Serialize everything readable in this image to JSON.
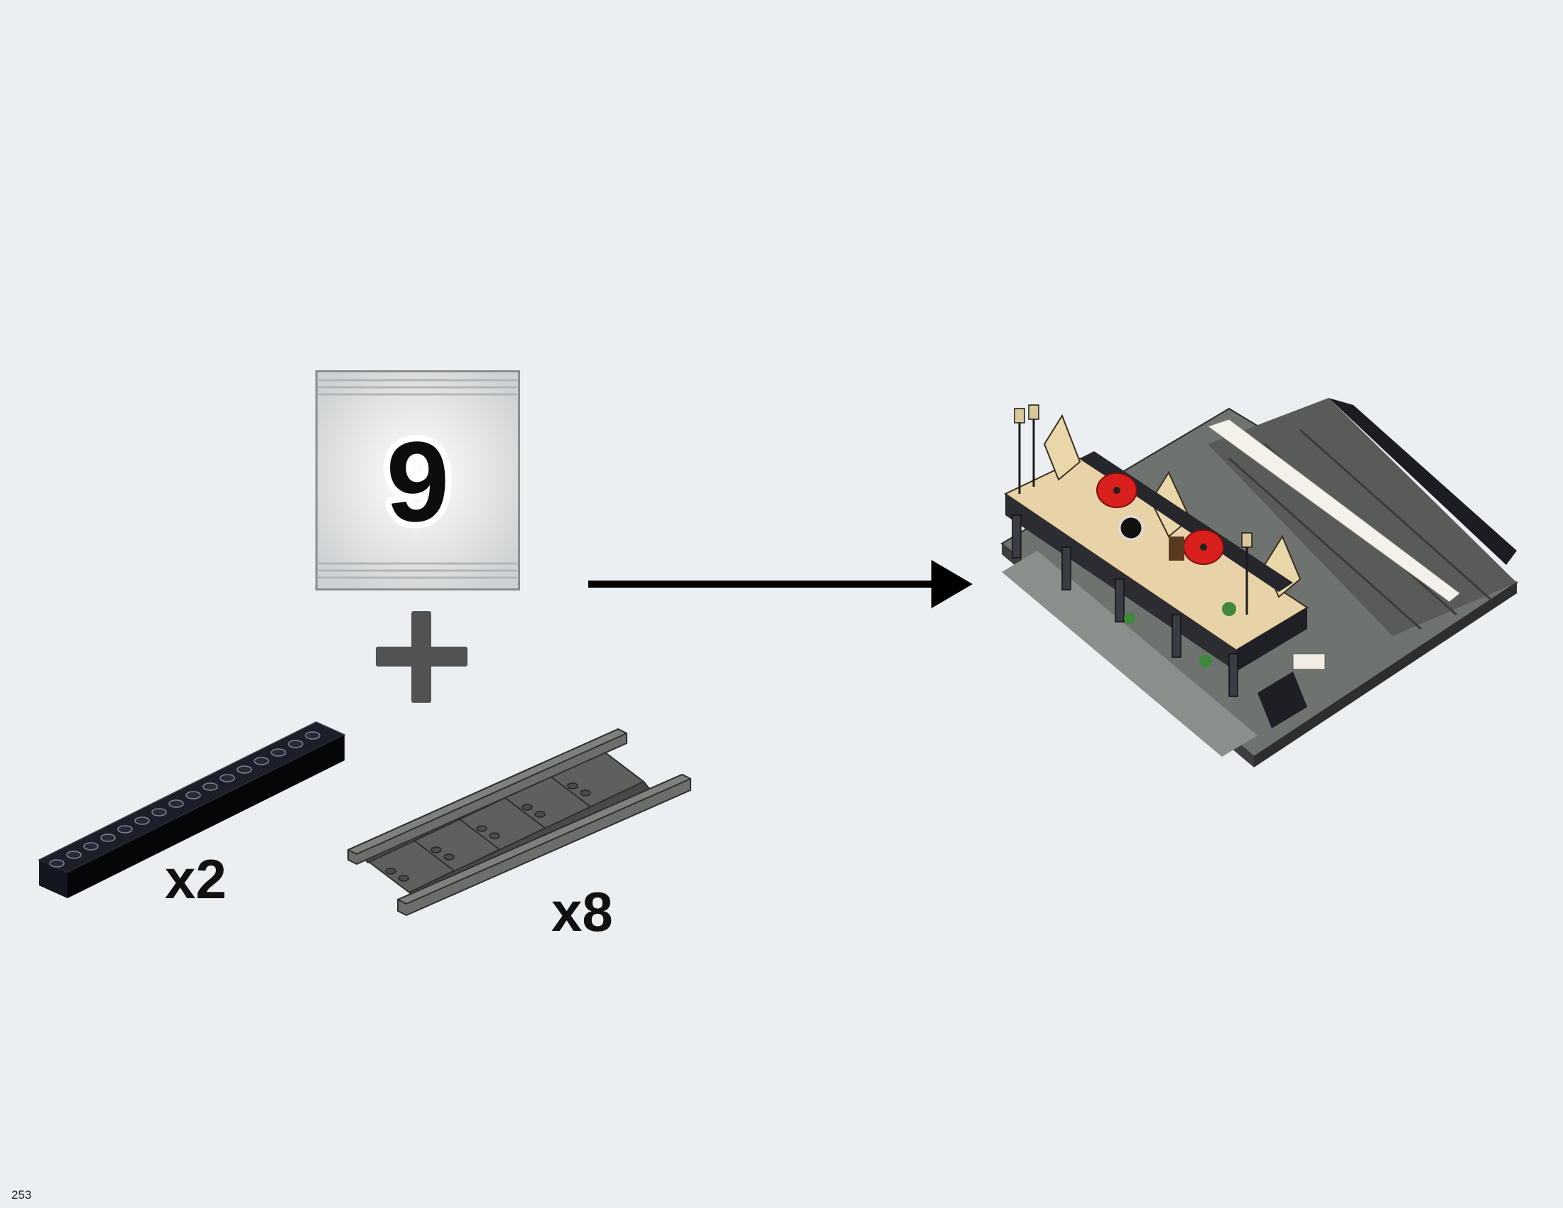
{
  "page": {
    "number": "253",
    "background": "#ebeff2"
  },
  "step": {
    "bag_number": "9",
    "operator_icon": "plus-icon",
    "result_indicator": "arrow-right-icon"
  },
  "parts": [
    {
      "name": "black-brick-1x16",
      "color": "#111111",
      "quantity_label": "x2"
    },
    {
      "name": "dark-gray-straight-track",
      "color": "#5a5c59",
      "quantity_label": "x8"
    }
  ],
  "result": {
    "name": "station-platform-model"
  }
}
